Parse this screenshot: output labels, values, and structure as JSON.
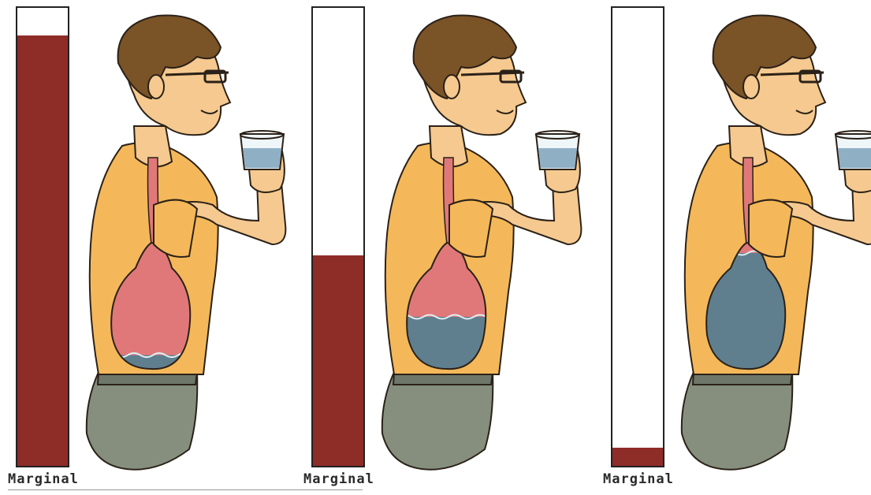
{
  "colors": {
    "bar_fill": "#8e2c28",
    "shirt": "#f4b85a",
    "skin": "#f5c98f",
    "hair": "#7a5327",
    "pants": "#868f7e",
    "stomach": "#e0787a",
    "water": "#5f7f8e"
  },
  "panels": [
    {
      "label": "Marginal",
      "bar_level": 0.94,
      "stomach_water_level": 0.12,
      "icon": "person-drinking-water"
    },
    {
      "label": "Marginal",
      "bar_level": 0.46,
      "stomach_water_level": 0.42,
      "icon": "person-drinking-water"
    },
    {
      "label": "Marginal",
      "bar_level": 0.04,
      "stomach_water_level": 0.92,
      "icon": "person-drinking-water"
    }
  ]
}
